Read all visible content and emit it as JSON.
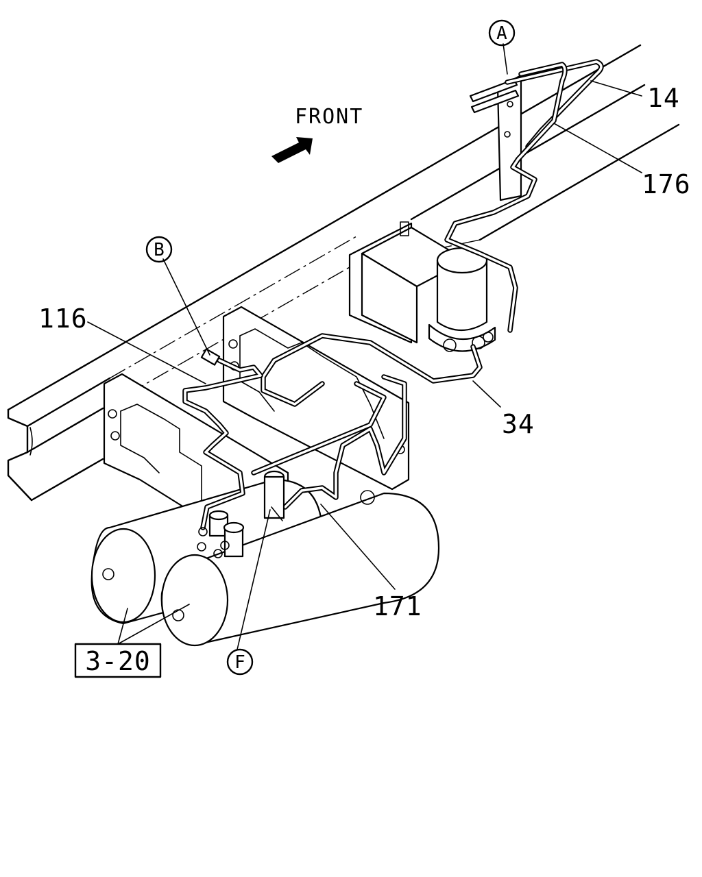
{
  "direction": {
    "text": "FRONT"
  },
  "callouts": {
    "A": "A",
    "B": "B",
    "F": "F"
  },
  "part_numbers": {
    "p14": "14",
    "p176": "176",
    "p116": "116",
    "p34": "34",
    "p171": "171"
  },
  "reference": {
    "page": "3-20"
  }
}
